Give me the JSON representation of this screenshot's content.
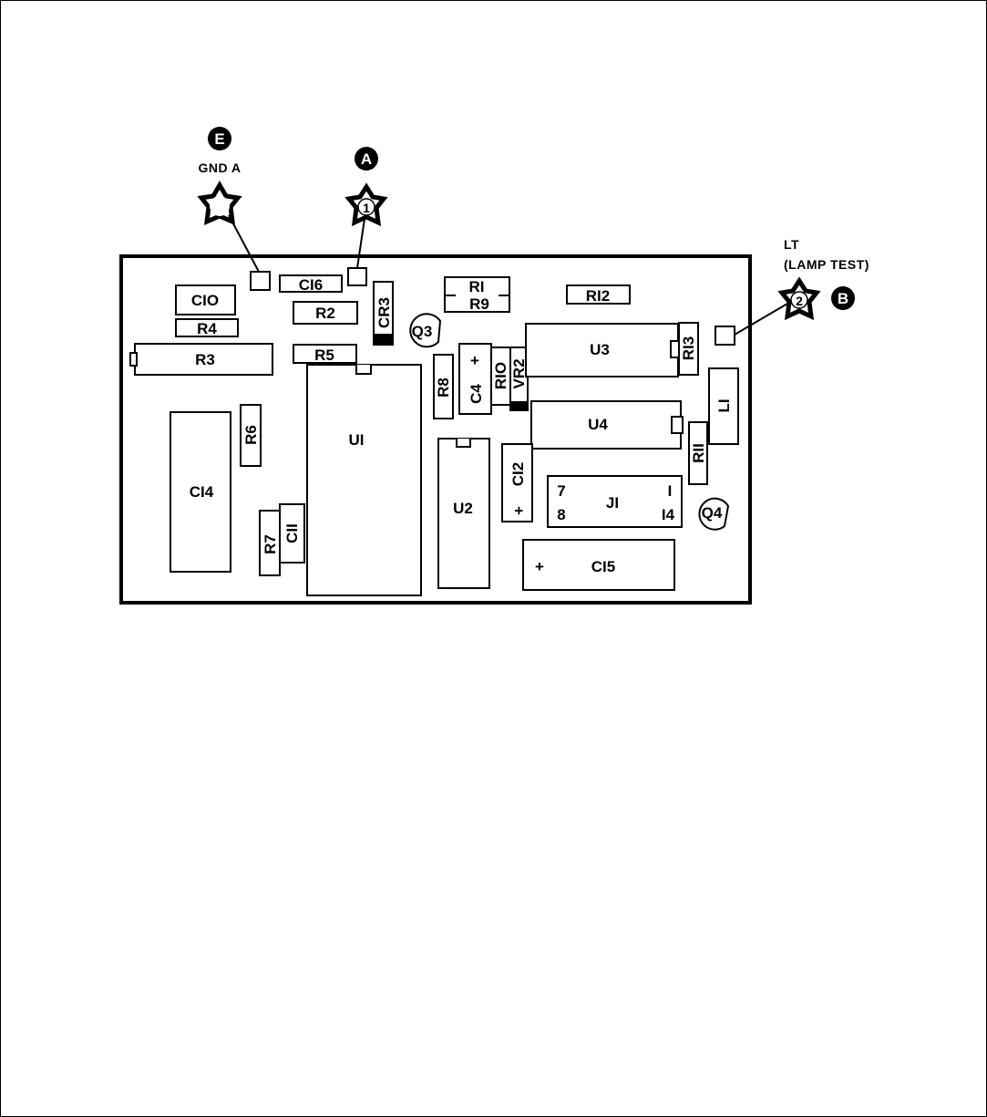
{
  "callouts": {
    "gnd": {
      "badge": "E",
      "label": "GND A"
    },
    "tp1": {
      "badge": "A",
      "number": "1"
    },
    "tp2": {
      "badge": "B",
      "number": "2",
      "label_line1": "LT",
      "label_line2": "(LAMP TEST)"
    }
  },
  "components": {
    "c10": "CIO",
    "c16": "CI6",
    "r4": "R4",
    "r2": "R2",
    "cr3": "CR3",
    "q3": "Q3",
    "r1": "RI",
    "r9": "R9",
    "r12": "RI2",
    "r3": "R3",
    "r5": "R5",
    "u3": "U3",
    "r13": "RI3",
    "r8": "R8",
    "c4": "C4",
    "c4_polarity": "+",
    "r10": "RIO",
    "vr2": "VR2",
    "u4": "U4",
    "l1": "LI",
    "r6": "R6",
    "u1": "UI",
    "c14": "CI4",
    "u2": "U2",
    "c12": "CI2",
    "c12_polarity": "+",
    "r11": "RII",
    "j1": "JI",
    "j1_pin7": "7",
    "j1_pin1": "I",
    "j1_pin8": "8",
    "j1_pin14": "I4",
    "q4": "Q4",
    "r7": "R7",
    "c11": "CII",
    "c15": "CI5",
    "c15_polarity": "+"
  },
  "colors": {
    "ink": "#000000",
    "paper": "#ffffff"
  }
}
